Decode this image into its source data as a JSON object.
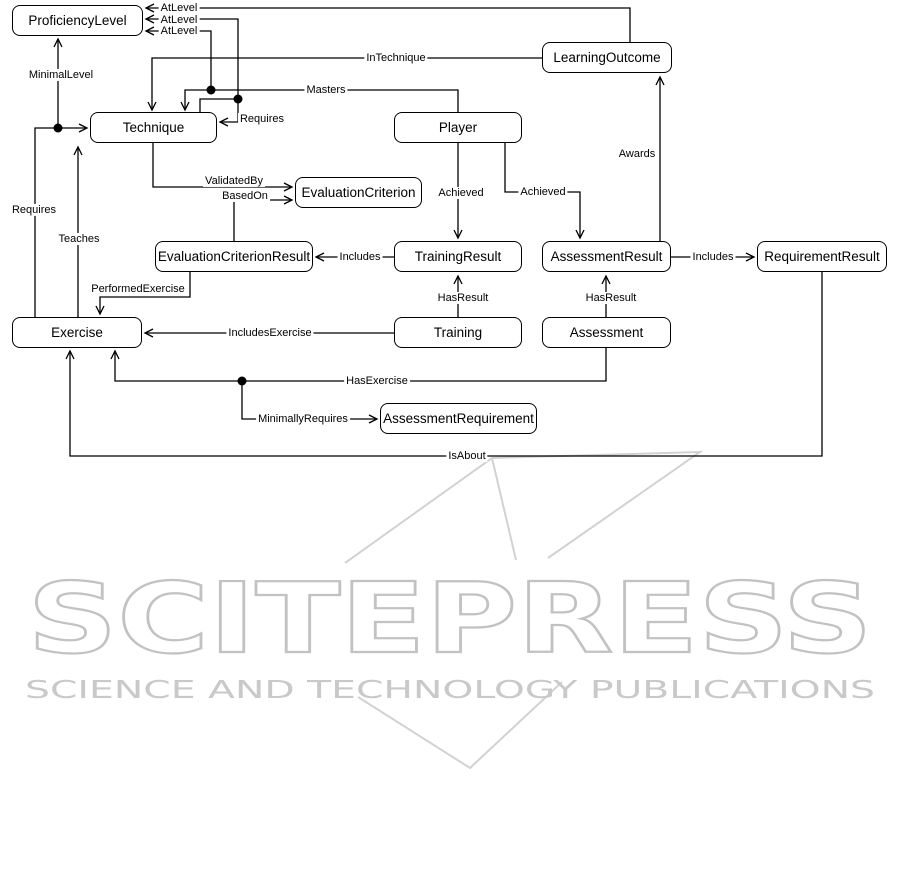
{
  "diagram": {
    "nodes": [
      {
        "id": "proficiency-level",
        "label": "ProficiencyLevel"
      },
      {
        "id": "learning-outcome",
        "label": "LearningOutcome"
      },
      {
        "id": "technique",
        "label": "Technique"
      },
      {
        "id": "player",
        "label": "Player"
      },
      {
        "id": "evaluation-criterion",
        "label": "EvaluationCriterion"
      },
      {
        "id": "evaluation-criterion-result",
        "label": "EvaluationCriterionResult"
      },
      {
        "id": "training-result",
        "label": "TrainingResult"
      },
      {
        "id": "assessment-result",
        "label": "AssessmentResult"
      },
      {
        "id": "requirement-result",
        "label": "RequirementResult"
      },
      {
        "id": "exercise",
        "label": "Exercise"
      },
      {
        "id": "training",
        "label": "Training"
      },
      {
        "id": "assessment",
        "label": "Assessment"
      },
      {
        "id": "assessment-requirement",
        "label": "AssessmentRequirement"
      }
    ],
    "edges": [
      {
        "from": "LearningOutcome",
        "to": "ProficiencyLevel",
        "label": "AtLevel"
      },
      {
        "from": "Requires-association",
        "to": "ProficiencyLevel",
        "label": "AtLevel"
      },
      {
        "from": "Masters-association",
        "to": "ProficiencyLevel",
        "label": "AtLevel"
      },
      {
        "from": "Requires-association",
        "to": "ProficiencyLevel",
        "label": "MinimalLevel"
      },
      {
        "from": "LearningOutcome",
        "to": "Technique",
        "label": "InTechnique"
      },
      {
        "from": "Player",
        "to": "Technique",
        "label": "Masters"
      },
      {
        "from": "Technique",
        "to": "Technique",
        "label": "Requires"
      },
      {
        "from": "Exercise",
        "to": "Technique",
        "label": "Requires"
      },
      {
        "from": "Exercise",
        "to": "Technique",
        "label": "Teaches"
      },
      {
        "from": "Technique",
        "to": "EvaluationCriterion",
        "label": "ValidatedBy"
      },
      {
        "from": "EvaluationCriterionResult",
        "to": "EvaluationCriterion",
        "label": "BasedOn"
      },
      {
        "from": "TrainingResult",
        "to": "EvaluationCriterionResult",
        "label": "Includes"
      },
      {
        "from": "Player",
        "to": "TrainingResult",
        "label": "Achieved"
      },
      {
        "from": "Player",
        "to": "AssessmentResult",
        "label": "Achieved"
      },
      {
        "from": "AssessmentResult",
        "to": "LearningOutcome",
        "label": "Awards"
      },
      {
        "from": "Training",
        "to": "TrainingResult",
        "label": "HasResult"
      },
      {
        "from": "Assessment",
        "to": "AssessmentResult",
        "label": "HasResult"
      },
      {
        "from": "AssessmentResult",
        "to": "RequirementResult",
        "label": "Includes"
      },
      {
        "from": "EvaluationCriterionResult",
        "to": "Exercise",
        "label": "PerformedExercise"
      },
      {
        "from": "Training",
        "to": "Exercise",
        "label": "IncludesExercise"
      },
      {
        "from": "Assessment",
        "to": "Exercise",
        "label": "HasExercise"
      },
      {
        "from": "HasExercise-association",
        "to": "AssessmentRequirement",
        "label": "MinimallyRequires"
      },
      {
        "from": "RequirementResult",
        "to": "Exercise",
        "label": "IsAbout"
      }
    ]
  },
  "watermark": {
    "logo": "SCITEPRESS",
    "subtitle": "SCIENCE AND TECHNOLOGY PUBLICATIONS"
  },
  "colors": {
    "line": "#000000",
    "node_border": "#000000",
    "node_background": "#ffffff",
    "watermark": "#c9c9c9"
  }
}
